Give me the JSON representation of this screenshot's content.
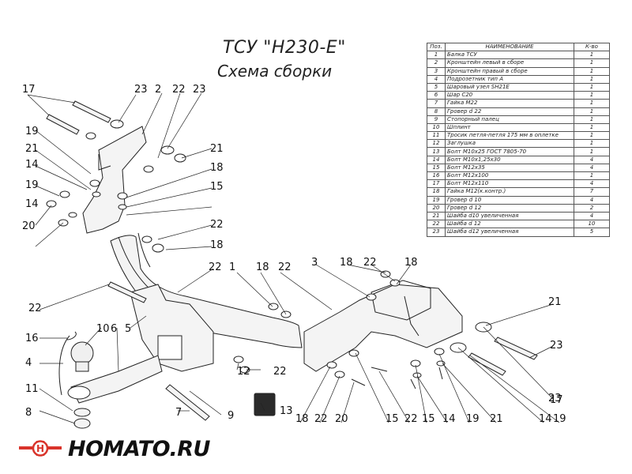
{
  "title": "ТСУ \"Н230-Е\"",
  "subtitle": "Схема сборки",
  "table": {
    "headers": [
      "Поз.",
      "НАИМЕНОВАНИЕ",
      "К-во"
    ],
    "rows": [
      [
        "1",
        "Балка ТСУ",
        "1"
      ],
      [
        "2",
        "Кронштейн левый в сборе",
        "1"
      ],
      [
        "3",
        "Кронштейн правый в сборе",
        "1"
      ],
      [
        "4",
        "Подрозетник тип А",
        "1"
      ],
      [
        "5",
        "Шаровый узел SH21E",
        "1"
      ],
      [
        "6",
        "Шар C20",
        "1"
      ],
      [
        "7",
        "Гайка М22",
        "1"
      ],
      [
        "8",
        "Гровер d 22",
        "1"
      ],
      [
        "9",
        "Стопорный палец",
        "1"
      ],
      [
        "10",
        "Шплинт",
        "1"
      ],
      [
        "11",
        "Тросик петля-петля 175 мм в оплетке",
        "1"
      ],
      [
        "12",
        "Заглушка",
        "1"
      ],
      [
        "13",
        "Болт М10х25 ГОСТ 7805-70",
        "1"
      ],
      [
        "14",
        "Болт М10х1,25х30",
        "4"
      ],
      [
        "15",
        "Болт М12х35",
        "4"
      ],
      [
        "16",
        "Болт М12х100",
        "1"
      ],
      [
        "17",
        "Болт М12х110",
        "4"
      ],
      [
        "18",
        "Гайка М12(к.контр.)",
        "7"
      ],
      [
        "19",
        "Гровер d 10",
        "4"
      ],
      [
        "20",
        "Гровер d 12",
        "2"
      ],
      [
        "21",
        "Шайба d10 увеличенная",
        "4"
      ],
      [
        "22",
        "Шайба d 12",
        "10"
      ],
      [
        "23",
        "Шайба d12 увеличенная",
        "5"
      ]
    ]
  },
  "callouts": [
    "17",
    "23",
    "2",
    "22",
    "23",
    "21",
    "18",
    "19",
    "21",
    "14",
    "19",
    "15",
    "14",
    "20",
    "22",
    "18",
    "22",
    "1",
    "18",
    "22",
    "3",
    "18",
    "22",
    "18",
    "22",
    "16",
    "10",
    "6",
    "5",
    "4",
    "11",
    "8",
    "7",
    "9",
    "13",
    "12",
    "22",
    "18",
    "22",
    "20",
    "15",
    "22",
    "15",
    "14",
    "19",
    "21",
    "14",
    "19",
    "21",
    "23",
    "17",
    "23"
  ],
  "brand": {
    "name": "HOMATO.RU",
    "logo_color": "#d9342b"
  }
}
